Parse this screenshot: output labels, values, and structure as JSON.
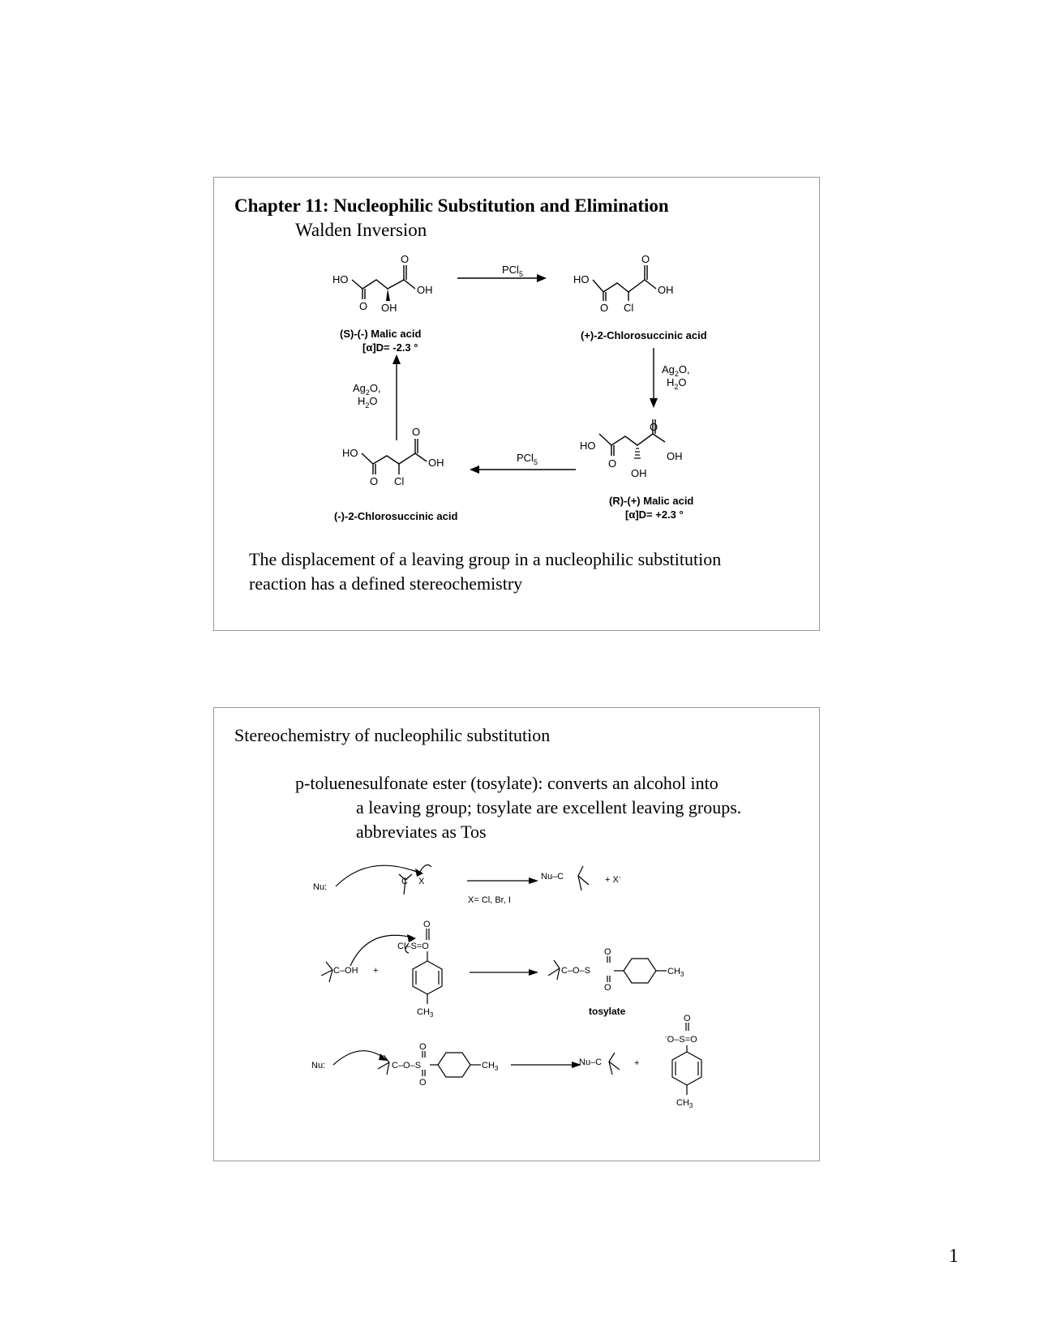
{
  "slide1": {
    "title": "Chapter 11:  Nucleophilic Substitution and Elimination",
    "subtitle": "Walden Inversion",
    "reagents": {
      "pcl5": "PCl",
      "pcl5_sub": "5",
      "ag2o_line1": "Ag",
      "ag2o_sub": "2",
      "ag2o_o": "O,",
      "h2o_h": "H",
      "h2o_sub": "2",
      "h2o_o": "O"
    },
    "atoms": {
      "o": "O",
      "ho": "HO",
      "oh": "OH",
      "cl": "Cl"
    },
    "compounds": {
      "s_malic_name": "(S)-(-) Malic acid",
      "s_malic_rotation": "[α]D= -2.3 °",
      "plus_chloro": "(+)-2-Chlorosuccinic acid",
      "minus_chloro": "(-)-2-Chlorosuccinic acid",
      "r_malic_name": "(R)-(+) Malic acid",
      "r_malic_rotation": "[α]D= +2.3 °"
    },
    "paragraph_line1": "The displacement of a leaving group in a nucleophilic substitution",
    "paragraph_line2": "reaction has a defined stereochemistry"
  },
  "slide2": {
    "title": "Stereochemistry of nucleophilic substitution",
    "line1": "p-toluenesulfonate ester (tosylate):  converts an alcohol into",
    "line2": "a leaving group; tosylate are excellent leaving groups.",
    "line3": "abbreviates as Tos",
    "labels": {
      "nu": "Nu:",
      "nu_c": "Nu–C",
      "c": "C",
      "x": "X",
      "x_minus": "+  X",
      "x_cond": "X= Cl, Br, I",
      "c_oh": "C–OH",
      "plus": "+",
      "cl_s_o": "Cl–S=O",
      "o": "O",
      "ch3": "CH",
      "three": "3",
      "c_o_s": "C–O–S",
      "tosylate": "tosylate",
      "minus_o_s_o": "O–S=O"
    }
  },
  "page_number": "1"
}
